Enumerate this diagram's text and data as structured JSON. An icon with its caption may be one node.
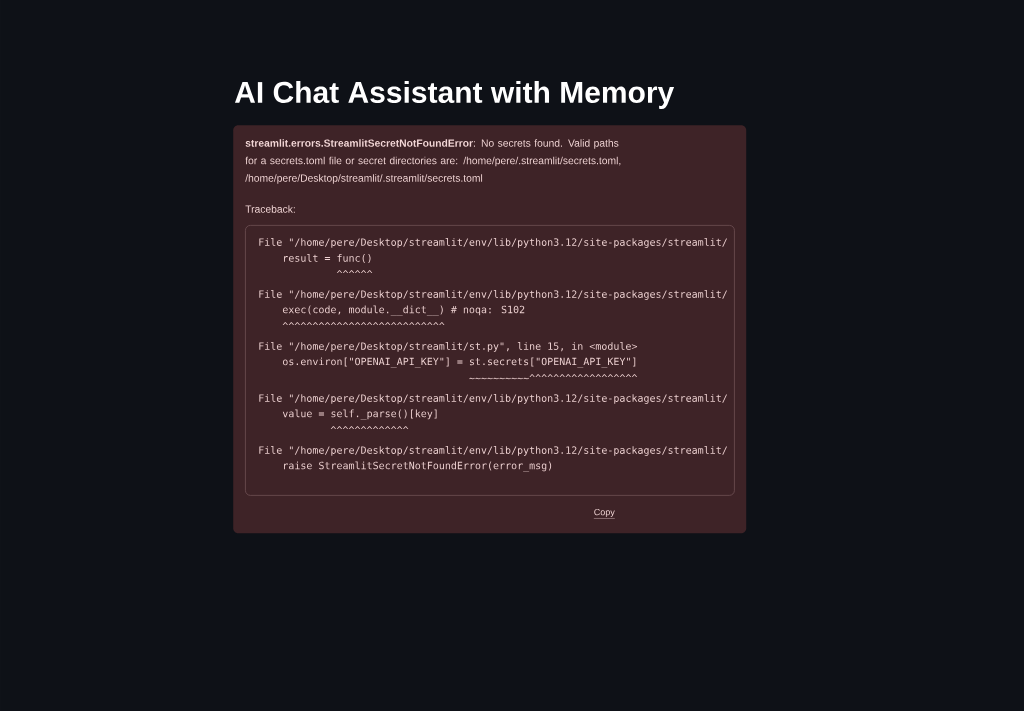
{
  "diagram": {
    "title": "AI Chat Assistant with Memory",
    "nodes": [
      {
        "text": [
          "**streamlit.errors.StreamlitSecretNotFoundError**: No secrets found. Valid paths for a secrets.toml file or secret directories are: /home/pere/.streamlit/secrets.toml, /home/pere/Desktop/streamlit/.streamlit/secrets.toml"
        ]
      },
      {
        "text": [
          "File \"/home/pere/Desktop/streamlit/env/lib/python3.12/site-packages/streamlit/",
          "result = func()",
          "^^^^^^",
          "File \"/home/pere/Desktop/streamlit/env/lib/python3.12/site-packages/streamlit/",
          "exec(code, module.__dict__)  # noqa: S102",
          "^^^^^^^^^^^^^^^^^^^^^^^^^^^",
          "File \"/home/pere/Desktop/streamlit/st.py\", line 15, in <module>",
          "os.environ[\"OPENAI_API_KEY\"] = st.secrets[\"OPENAI_API_KEY\"]",
          "~~~~~~~~~~^^^^^^^^^^^^^^^^^^",
          "File \"/home/pere/Desktop/streamlit/env/lib/python3.12/site-packages/streamlit/",
          "value = self._parse()[key]",
          "^^^^^^^^^^^^^",
          "File \"/home/pere/Desktop/streamlit/env/lib/python3.12/site-packages/streamlit/",
          "raise StreamlitSecretNotFoundError(error_msg)"
        ],
        "in": 0
      }
    ],
    "labels": [
      "Traceback:",
      "Copy"
    ]
  }
}
